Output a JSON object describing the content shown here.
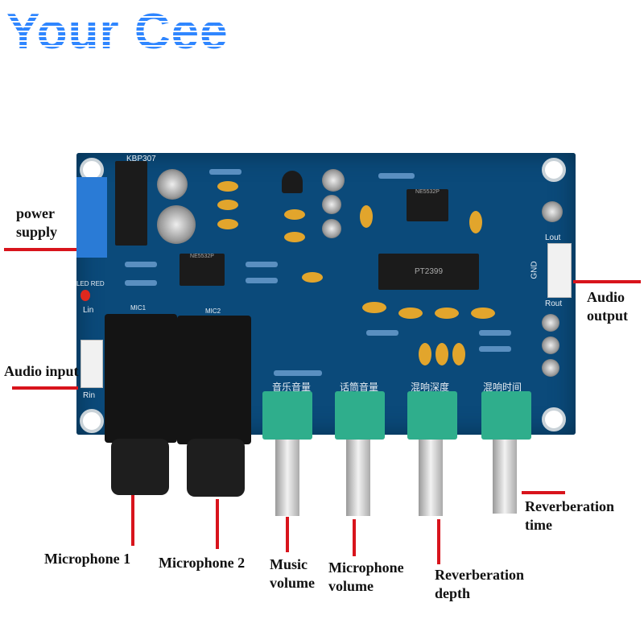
{
  "logo": "Your Cee",
  "board": {
    "silkscreen": {
      "pot_labels": [
        "音乐音量",
        "话筒音量",
        "混响深度",
        "混响时间"
      ],
      "chip_main": "PT2399",
      "chip_opamp": "NE5532P",
      "bridge": "KBP307",
      "led": "LED RED",
      "mic1": "MIC1",
      "mic2": "MIC2",
      "lin": "Lin",
      "rin": "Rin",
      "lout": "Lout",
      "gnd": "GND",
      "rout": "Rout"
    }
  },
  "annotations": {
    "power_supply": "power supply",
    "audio_output": "Audio output",
    "audio_input": "Audio input",
    "microphone_1": "Microphone 1",
    "microphone_2": "Microphone 2",
    "music_volume": "Music volume",
    "microphone_volume": "Microphone volume",
    "reverberation_depth": "Reverberation depth",
    "reverberation_time": "Reverberation time"
  },
  "colors": {
    "logo": "#2f86ff",
    "board": "#0b4a7a",
    "pointer_line": "#d8141c",
    "pot": "#2fae8c"
  }
}
